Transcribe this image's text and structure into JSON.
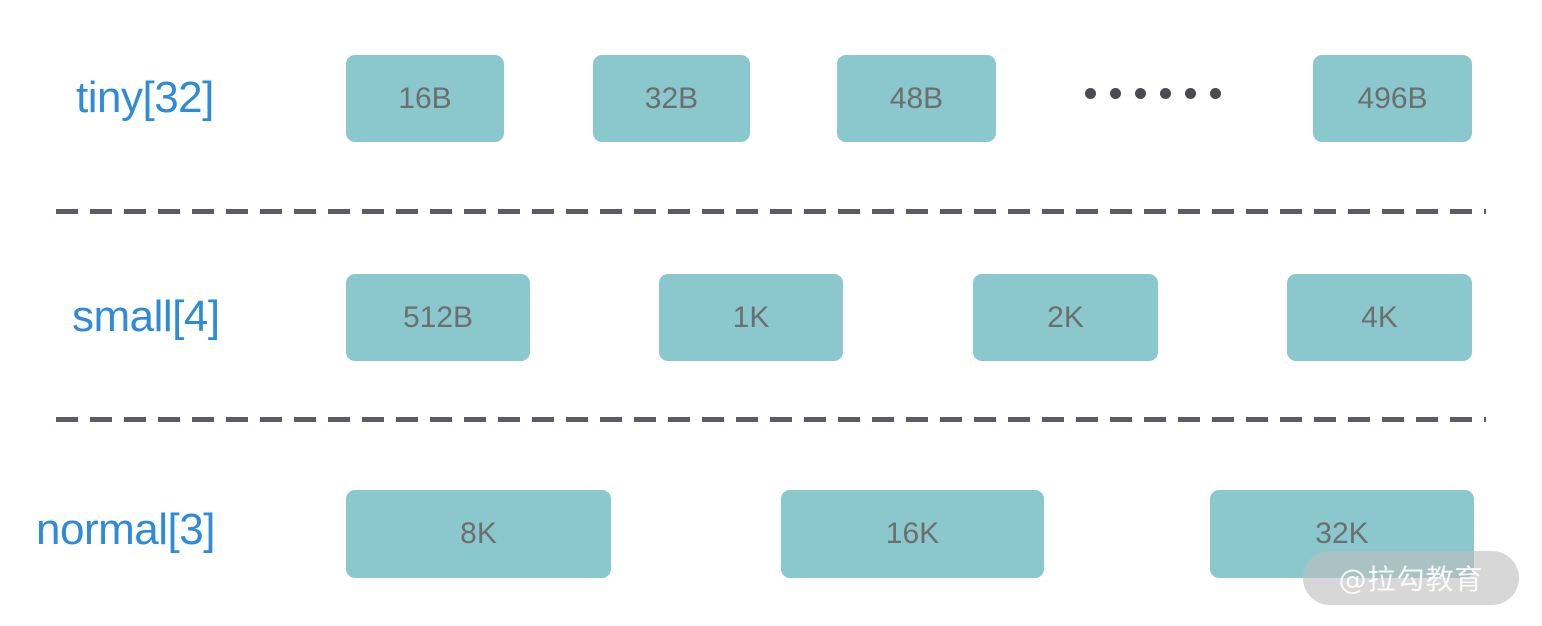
{
  "diagram": {
    "title": "Memory pool size-class layout",
    "background_color": "#FFFFFF",
    "box_color": "#8AC8CE",
    "label_color": "#2E8BD9",
    "box_text_color": "#6E6E6E",
    "divider_color": "#5C5C66",
    "rows": [
      {
        "label": "tiny[32]",
        "boxes": [
          {
            "text": "16B"
          },
          {
            "text": "32B"
          },
          {
            "text": "48B"
          },
          {
            "text": "496B"
          }
        ],
        "ellipsis_dots": 6
      },
      {
        "label": "small[4]",
        "boxes": [
          {
            "text": "512B"
          },
          {
            "text": "1K"
          },
          {
            "text": "2K"
          },
          {
            "text": "4K"
          }
        ],
        "ellipsis_dots": 0
      },
      {
        "label": "normal[3]",
        "boxes": [
          {
            "text": "8K"
          },
          {
            "text": "16K"
          },
          {
            "text": "32K"
          }
        ],
        "ellipsis_dots": 0
      }
    ],
    "dividers": 2,
    "watermark": "@拉勾教育"
  }
}
